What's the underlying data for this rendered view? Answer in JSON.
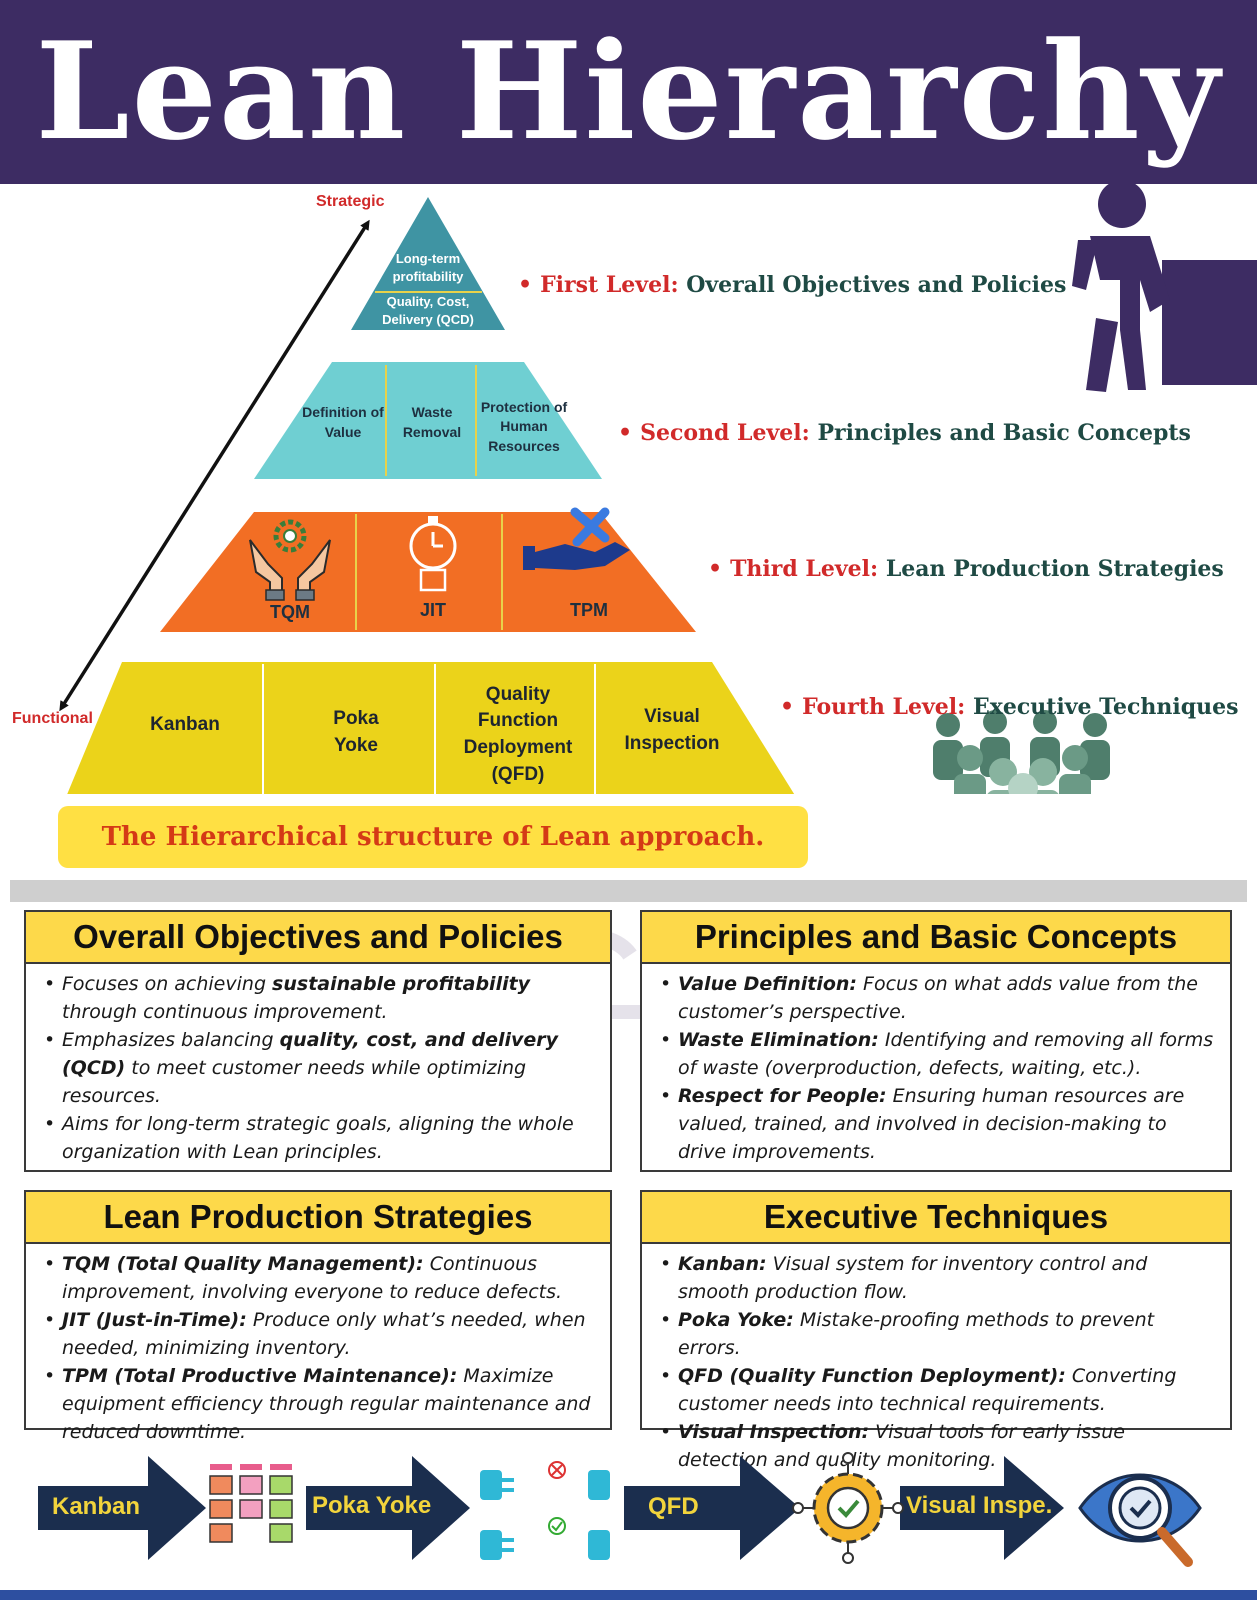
{
  "header": {
    "title": "Lean Hierarchy"
  },
  "axis": {
    "top": "Strategic",
    "bottom": "Functional"
  },
  "pyramid": {
    "level1": {
      "cells": [
        "Long-term profitability",
        "Quality, Cost, Delivery (QCD)"
      ]
    },
    "level2": {
      "cells": [
        "Definition of Value",
        "Waste Removal",
        "Protection of Human Resources"
      ]
    },
    "level3": {
      "cells": [
        "TQM",
        "JIT",
        "TPM"
      ]
    },
    "level4": {
      "cells": [
        "Kanban",
        "Poka Yoke",
        "Quality Function Deployment (QFD)",
        "Visual Inspection"
      ]
    }
  },
  "levels": [
    {
      "key": "First Level:",
      "value": "Overall Objectives and Policies"
    },
    {
      "key": "Second Level:",
      "value": "Principles and Basic Concepts"
    },
    {
      "key": "Third Level:",
      "value": "Lean Production Strategies"
    },
    {
      "key": "Fourth Level:",
      "value": "Executive Techniques"
    }
  ],
  "banner": "The Hierarchical structure of Lean approach.",
  "boxes": {
    "objectives": {
      "title": "Overall Objectives and Policies",
      "items": [
        {
          "pre": "Focuses on achieving ",
          "bold": "sustainable profitability",
          "post": " through continuous improvement."
        },
        {
          "pre": "Emphasizes balancing ",
          "bold": "quality, cost, and delivery (QCD)",
          "post": " to meet customer needs while optimizing resources."
        },
        {
          "pre": "Aims for long-term strategic goals, aligning the whole organization with Lean principles.",
          "bold": "",
          "post": ""
        }
      ]
    },
    "principles": {
      "title": "Principles and Basic Concepts",
      "items": [
        {
          "pre": "",
          "bold": "Value Definition:",
          "post": " Focus on what adds value from the customer’s perspective."
        },
        {
          "pre": "",
          "bold": "Waste Elimination:",
          "post": " Identifying and removing all forms of waste (overproduction, defects, waiting, etc.)."
        },
        {
          "pre": "",
          "bold": "Respect for People:",
          "post": " Ensuring human resources are valued, trained, and involved in decision-making to drive improvements."
        }
      ]
    },
    "strategies": {
      "title": "Lean Production Strategies",
      "items": [
        {
          "pre": "",
          "bold": "TQM (Total Quality Management):",
          "post": " Continuous improvement, involving everyone to reduce defects."
        },
        {
          "pre": "",
          "bold": "JIT (Just-in-Time):",
          "post": " Produce only what’s needed, when needed, minimizing inventory."
        },
        {
          "pre": "",
          "bold": "TPM (Total Productive Maintenance):",
          "post": " Maximize equipment efficiency through regular maintenance and reduced downtime."
        }
      ]
    },
    "techniques": {
      "title": "Executive Techniques",
      "items": [
        {
          "pre": "",
          "bold": "Kanban:",
          "post": " Visual system for inventory control and smooth production flow."
        },
        {
          "pre": "",
          "bold": "Poka Yoke:",
          "post": " Mistake-proofing methods to prevent errors."
        },
        {
          "pre": "",
          "bold": "QFD (Quality Function Deployment):",
          "post": " Converting customer needs into technical requirements."
        },
        {
          "pre": "",
          "bold": "Visual Inspection:",
          "post": " Visual tools for early issue detection and quality monitoring."
        }
      ]
    }
  },
  "flow": [
    "Kanban",
    "Poka Yoke",
    "QFD",
    "Visual Inspe."
  ],
  "colors": {
    "header": "#3d2c63",
    "level1": "#3f94a3",
    "level2": "#6fcfd2",
    "level3": "#f26e24",
    "level4": "#ebd31a",
    "accent": "#d12a2a",
    "arrow": "#1b2e4e"
  }
}
